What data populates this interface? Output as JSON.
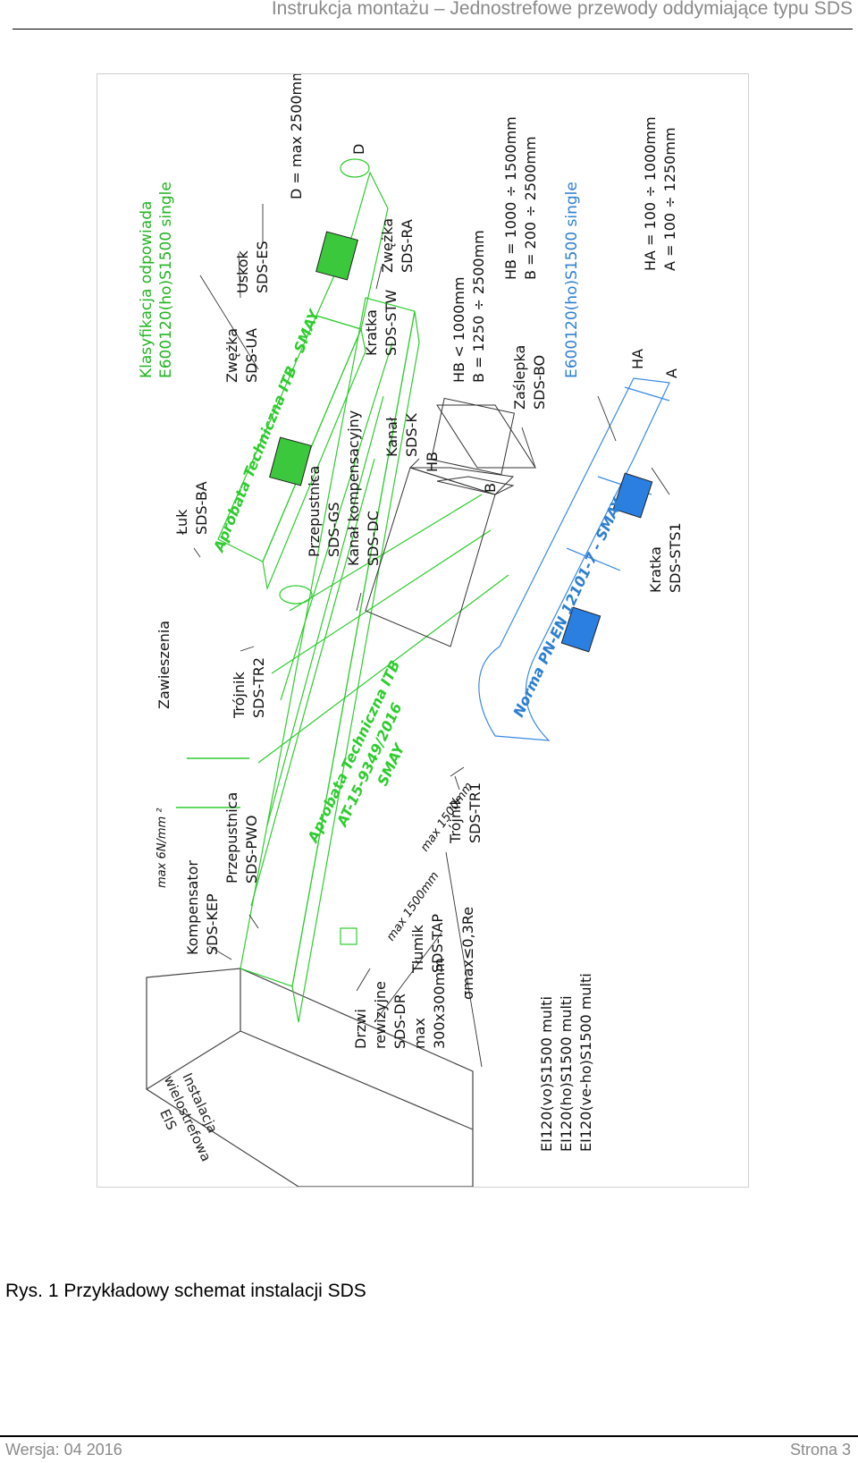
{
  "header": {
    "title": "Instrukcja montażu – Jednostrefowe przewody oddymiające typu SDS"
  },
  "figure": {
    "labels": {
      "klasyfikacja_1": "Klasyfikacja odpowiada",
      "klasyfikacja_2": "E600120(ho)S1500 single",
      "zwezka_ua_1": "Zwężka",
      "zwezka_ua_2": "SDS-UA",
      "uskok_1": "Uskok",
      "uskok_2": "SDS-ES",
      "d_max": "D = max 2500mm",
      "d": "D",
      "luk_1": "Łuk",
      "luk_2": "SDS-BA",
      "zawieszenia": "Zawieszenia",
      "trojnik_tr2_1": "Trójnik",
      "trojnik_tr2_2": "SDS-TR2",
      "przepustnica_gs_1": "Przepustnica",
      "przepustnica_gs_2": "SDS-GS",
      "kanal_dc_1": "Kanał kompensacyjny",
      "kanal_dc_2": "SDS-DC",
      "kratka_stw_1": "Kratka",
      "kratka_stw_2": "SDS-STW",
      "zwezka_ra_1": "Zwężka",
      "zwezka_ra_2": "SDS-RA",
      "kanal_k_1": "Kanał",
      "kanal_k_2": "SDS-K",
      "hb": "HB",
      "b": "B",
      "hb_lt": "HB < 1000mm",
      "b_range": "B = 1250 ÷ 2500mm",
      "hb_range": "HB = 1000 ÷ 1500mm",
      "b_range2": "B = 200 ÷ 2500mm",
      "zaslepka_1": "Zaślepka",
      "zaslepka_2": "SDS-BO",
      "single_blue": "E600120(ho)S1500 single",
      "ha": "HA",
      "a": "A",
      "ha_range": "HA = 100 ÷ 1000mm",
      "a_range": "A = 100 ÷ 1250mm",
      "max_6n": "max 6N/mm ²",
      "kompensator_1": "Kompensator",
      "kompensator_2": "SDS-KEP",
      "przepustnica_pwo_1": "Przepustnica",
      "przepustnica_pwo_2": "SDS-PWO",
      "trojnik_tr1_1": "Trójnik",
      "trojnik_tr1_2": "SDS-TR1",
      "max_1500_a": "max 1500mm",
      "max_1500_b": "max 1500mm",
      "tlumik_1": "Tłumik",
      "tlumik_2": "SDS-TAP",
      "sigma": "σmax≤0,3Re",
      "drzwi_1": "Drzwi",
      "drzwi_2": "rewizyjne",
      "drzwi_3": "SDS-DR",
      "drzwi_4": "max",
      "drzwi_5": "300x300mm",
      "kratka_sts1_1": "Kratka",
      "kratka_sts1_2": "SDS-STS1",
      "multi_1": "EI120(vo)S1500 multi",
      "multi_2": "EI120(ho)S1500 multi",
      "multi_3": "EI120(ve-ho)S1500 multi",
      "wall_1": "Instalacja",
      "wall_2": "wielostrefowa",
      "wall_3": "EIS"
    },
    "stamps": {
      "green_small": "Aprobata Techniczna ITB - SMAY",
      "green_big_1": "Aprobata Techniczna ITB",
      "green_big_2": "AT-15-9349/2016",
      "green_big_3": "SMAY",
      "blue": "Norma PN-EN 12101-7 - SMAY"
    },
    "colors": {
      "green": "#22b422",
      "blue": "#2f7fd0",
      "grille_green": "#3cc83c",
      "grille_blue": "#2a7fe0"
    }
  },
  "caption": "Rys. 1 Przykładowy schemat instalacji SDS",
  "footer": {
    "version": "Wersja: 04 2016",
    "page": "Strona 3"
  }
}
